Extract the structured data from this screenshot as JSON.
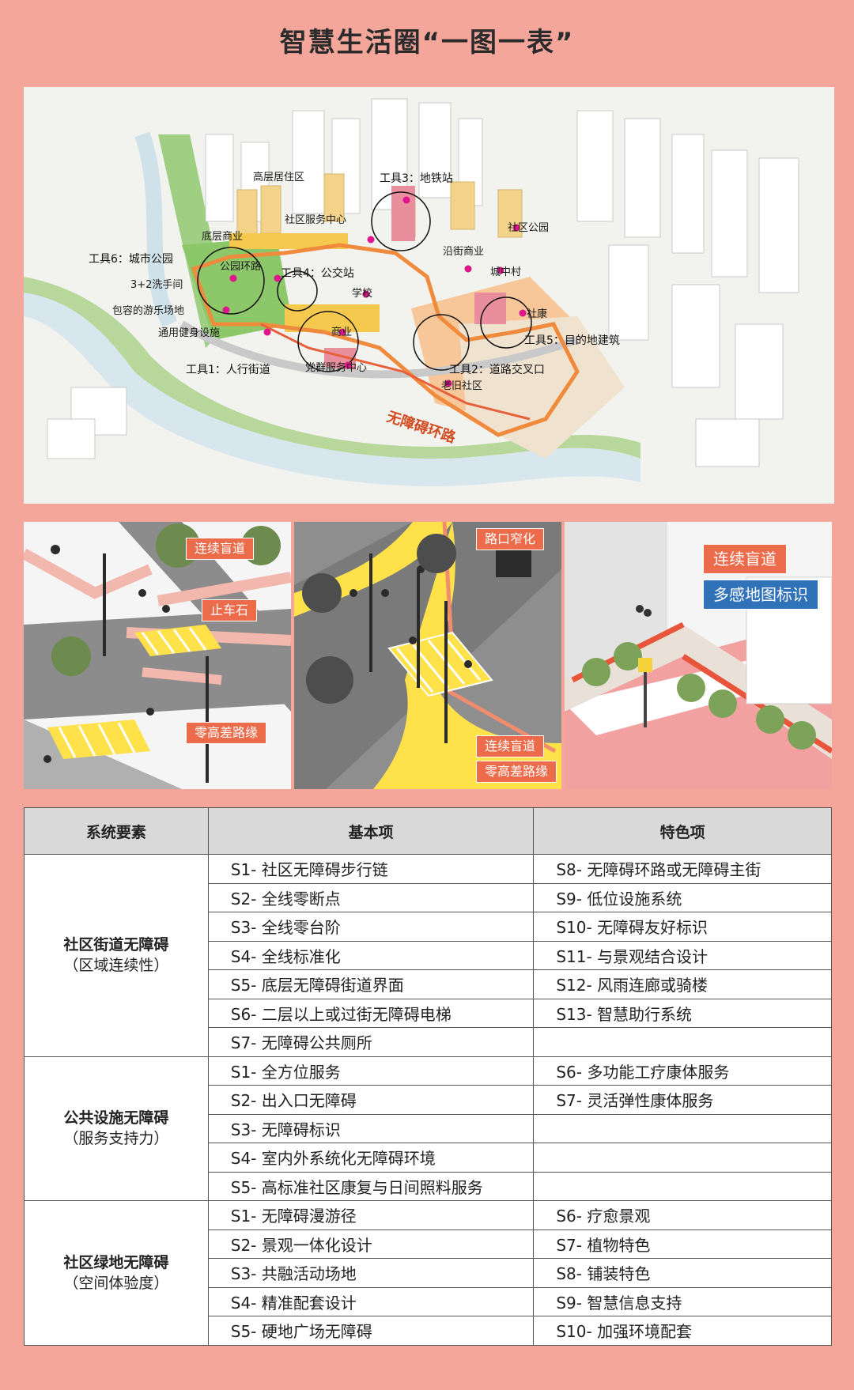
{
  "title": "智慧生活圈“一图一表”",
  "map": {
    "labels": {
      "high_rise": "高层居住区",
      "ground_retail": "底层商业",
      "community_center": "社区服务中心",
      "park_loop": "公园环路",
      "washroom": "3+2洗手间",
      "playground": "包容的游乐场地",
      "fitness": "通用健身设施",
      "commerce": "商业",
      "school": "学校",
      "party_center": "党群服务中心",
      "street_retail": "沿街商业",
      "community_park": "社区公园",
      "urban_village": "城中村",
      "health": "社康",
      "old_community": "老旧社区",
      "loop_road": "无障碍环路"
    },
    "tools": {
      "t1": "工具1：人行街道",
      "t2": "工具2：道路交叉口",
      "t3": "工具3：地铁站",
      "t4": "工具4：公交站",
      "t5": "工具5：目的地建筑",
      "t6": "工具6：城市公园"
    }
  },
  "callouts": {
    "p1_blind_path": "连续盲道",
    "p1_bollard": "止车石",
    "p1_zero_curb": "零高差路缘",
    "p2_narrowing": "路口窄化",
    "p2_blind_path": "连续盲道",
    "p2_zero_curb": "零高差路缘",
    "p3_blind_path": "连续盲道",
    "p3_map_sign": "多感地图标识"
  },
  "table": {
    "headers": [
      "系统要素",
      "基本项",
      "特色项"
    ],
    "groups": [
      {
        "name": "社区街道无障碍",
        "sub": "（区域连续性）",
        "basic": [
          "S1- 社区无障碍步行链",
          "S2- 全线零断点",
          "S3- 全线零台阶",
          "S4- 全线标准化",
          "S5- 底层无障碍街道界面",
          "S6- 二层以上或过街无障碍电梯",
          "S7- 无障碍公共厕所"
        ],
        "special": [
          "S8- 无障碍环路或无障碍主街",
          "S9- 低位设施系统",
          "S10- 无障碍友好标识",
          "S11- 与景观结合设计",
          "S12- 风雨连廊或骑楼",
          "S13- 智慧助行系统",
          ""
        ]
      },
      {
        "name": "公共设施无障碍",
        "sub": "（服务支持力）",
        "basic": [
          "S1- 全方位服务",
          "S2- 出入口无障碍",
          "S3- 无障碍标识",
          "S4- 室内外系统化无障碍环境",
          "S5- 高标准社区康复与日间照料服务"
        ],
        "special": [
          "S6- 多功能工疗康体服务",
          "S7- 灵活弹性康体服务",
          "",
          "",
          ""
        ]
      },
      {
        "name": "社区绿地无障碍",
        "sub": "（空间体验度）",
        "basic": [
          "S1- 无障碍漫游径",
          "S2- 景观一体化设计",
          "S3- 共融活动场地",
          "S4- 精准配套设计",
          "S5- 硬地广场无障碍"
        ],
        "special": [
          "S6- 疗愈景观",
          "S7- 植物特色",
          "S8- 铺装特色",
          "S9- 智慧信息支持",
          "S10- 加强环境配套"
        ]
      }
    ]
  }
}
